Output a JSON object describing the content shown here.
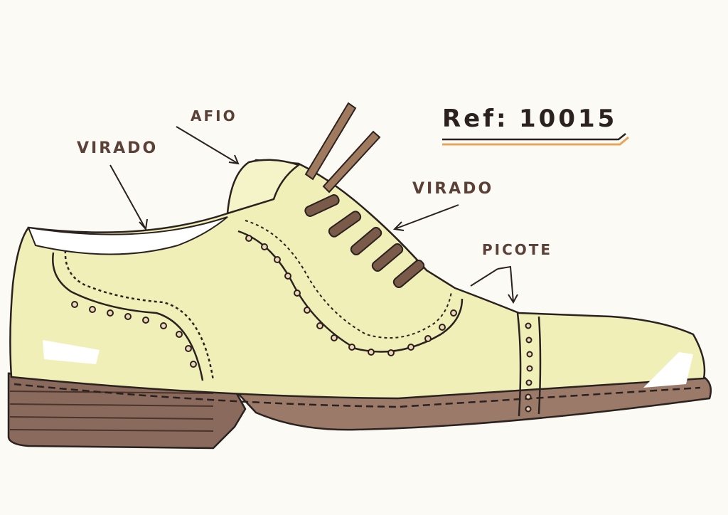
{
  "reference": {
    "label": "Ref:",
    "number": "10015"
  },
  "annotations": {
    "virado_heel": "VIRADO",
    "afio": "AFIO",
    "virado_vamp": "VIRADO",
    "picote": "PICOTE"
  },
  "colors": {
    "upper": "#f1efb8",
    "upper_shade": "#e8e59a",
    "sole": "#8a6a5c",
    "sole_dark": "#5e4338",
    "lace": "#7a5a48",
    "ink": "#2b2220",
    "underline_accent": "#e8a55a"
  }
}
